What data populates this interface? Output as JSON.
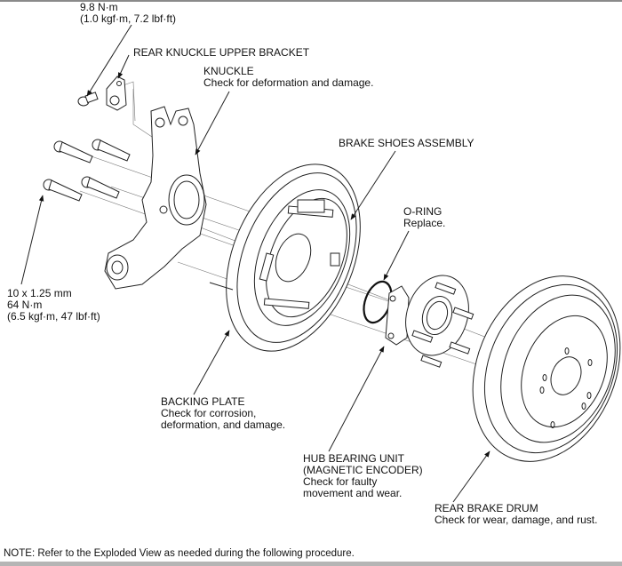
{
  "figure": {
    "title": "Rear brake / knuckle exploded view",
    "labels": {
      "bracket_torque": {
        "line1": "9.8 N·m",
        "line2": "(1.0 kgf·m, 7.2 lbf·ft)"
      },
      "upper_bracket": {
        "name": "REAR KNUCKLE UPPER BRACKET"
      },
      "knuckle": {
        "name": "KNUCKLE",
        "note": "Check for deformation and damage."
      },
      "brake_shoes": {
        "name": "BRAKE SHOES ASSEMBLY"
      },
      "o_ring": {
        "name": "O-RING",
        "note": "Replace."
      },
      "bolt_spec": {
        "size": "10 x 1.25 mm",
        "torque": "64 N·m",
        "torque_alt": "(6.5 kgf·m, 47 lbf·ft)"
      },
      "backing_plate": {
        "name": "BACKING PLATE",
        "note1": "Check for corrosion,",
        "note2": "deformation, and damage."
      },
      "hub_bearing": {
        "name": "HUB BEARING UNIT",
        "sub": "(MAGNETIC ENCODER)",
        "note1": "Check for faulty",
        "note2": "movement and wear."
      },
      "brake_drum": {
        "name": "REAR BRAKE DRUM",
        "note": "Check for wear, damage, and rust."
      }
    },
    "parts_icons": [
      "bolt-icon",
      "bracket-icon",
      "knuckle-icon",
      "backing-plate-icon",
      "brake-shoes-icon",
      "o-ring-icon",
      "hub-bearing-icon",
      "brake-drum-icon"
    ]
  },
  "footer": {
    "note": "NOTE: Refer to the Exploded View as needed during the following procedure."
  }
}
